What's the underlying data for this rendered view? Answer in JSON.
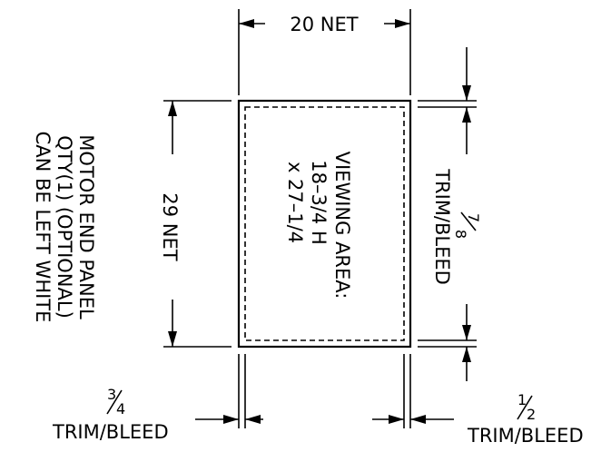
{
  "drawing": {
    "width_dim": "20 NET",
    "height_dim": "29 NET",
    "viewing_area": {
      "line1": "VIEWING AREA:",
      "line2": "18–3/4 H",
      "line3": "x 27–1/4"
    },
    "motor_note": {
      "line1": "MOTOR END PANEL",
      "line2": "QTY(1) (OPTIONAL)",
      "line3": "CAN BE LEFT WHITE"
    },
    "trim_top_right": {
      "num": "7",
      "den": "8",
      "label": "TRIM/BLEED"
    },
    "trim_bottom_left": {
      "num": "3",
      "den": "4",
      "label": "TRIM/BLEED"
    },
    "trim_bottom_right": {
      "num": "1",
      "den": "2",
      "label": "TRIM/BLEED"
    }
  }
}
